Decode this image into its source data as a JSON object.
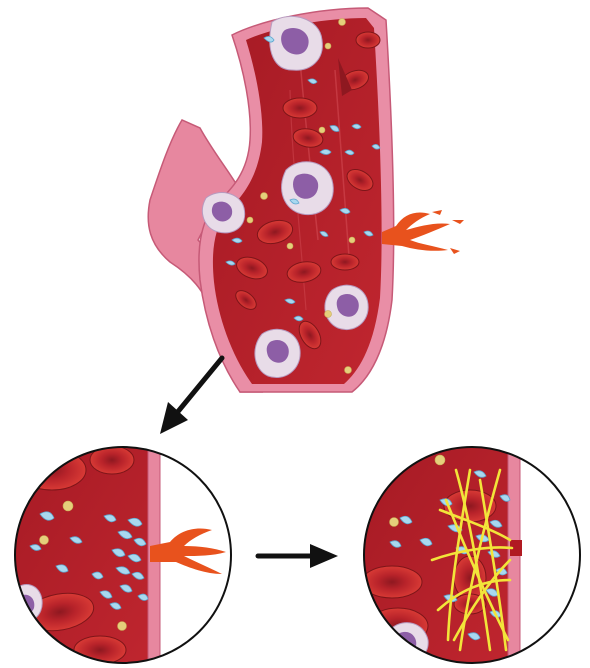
{
  "figure": {
    "panels": [
      {
        "id": "vessel-overview",
        "subject": "blood-vessel-with-injury"
      },
      {
        "id": "platelet-plug",
        "subject": "platelets-aggregating-at-breach"
      },
      {
        "id": "fibrin-clot",
        "subject": "fibrin-mesh-sealing-breach"
      }
    ],
    "arrows": [
      {
        "from": "vessel-overview",
        "to": "platelet-plug"
      },
      {
        "from": "platelet-plug",
        "to": "fibrin-clot"
      }
    ]
  },
  "palette": {
    "background": "#ffffff",
    "vessel_wall": "#e78aa2",
    "vessel_wall_dark": "#c85575",
    "vessel_outer": "#f0b3c2",
    "lumen": "#b4202b",
    "lumen_dark": "#8e1820",
    "red_cell": "#cf2a2a",
    "red_cell_center": "#a51a1f",
    "white_cell": "#e7dde9",
    "white_cell_nucleus": "#8a5ea2",
    "platelet": "#a9d8ef",
    "platelet_outline": "#6cb3d7",
    "fibrin": "#f2e53a",
    "blood_leak": "#e8521d",
    "granule": "#e5cf7b",
    "arrow": "#111111",
    "circle_border": "#111111"
  },
  "icons": {
    "arrow_down_left": "arrow-down-left-icon",
    "arrow_right": "arrow-right-icon"
  }
}
